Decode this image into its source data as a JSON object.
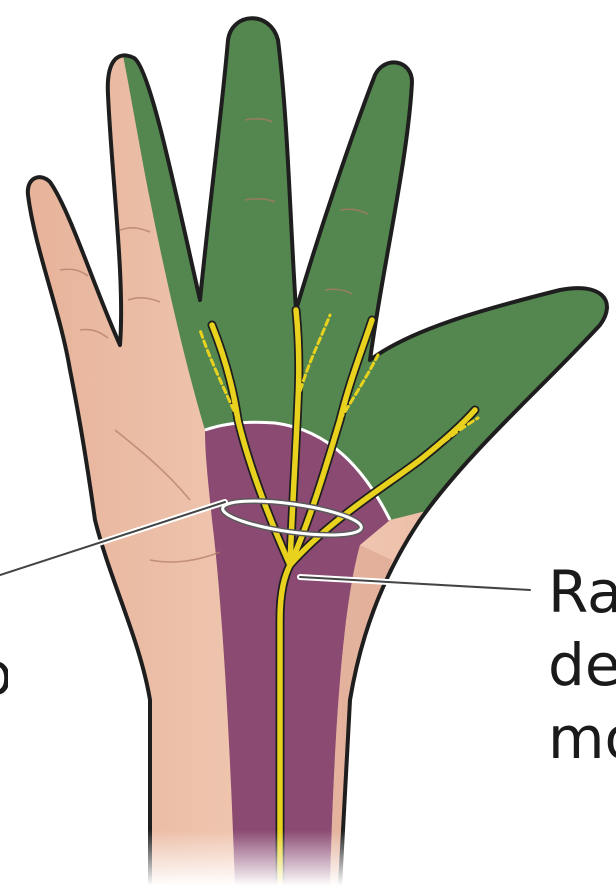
{
  "labels": {
    "right_callout": [
      "Ra",
      "de",
      "mo"
    ],
    "left_edge_fragment": "b"
  },
  "regions": [
    {
      "name": "median-nerve-sensory-region",
      "color": "#54874f"
    },
    {
      "name": "median-nerve-palmar-branch-region",
      "color": "#8b4a72"
    },
    {
      "name": "unshaded-skin",
      "color": "#e9b9a1"
    }
  ],
  "colors": {
    "nerve": "#e8d21e",
    "outline": "#1e1e1e",
    "leader_line": "#444444",
    "background": "#ffffff"
  },
  "icons": {
    "hand": "palm-view-hand-illustration",
    "ring": "flexor-retinaculum-ring-marker"
  }
}
